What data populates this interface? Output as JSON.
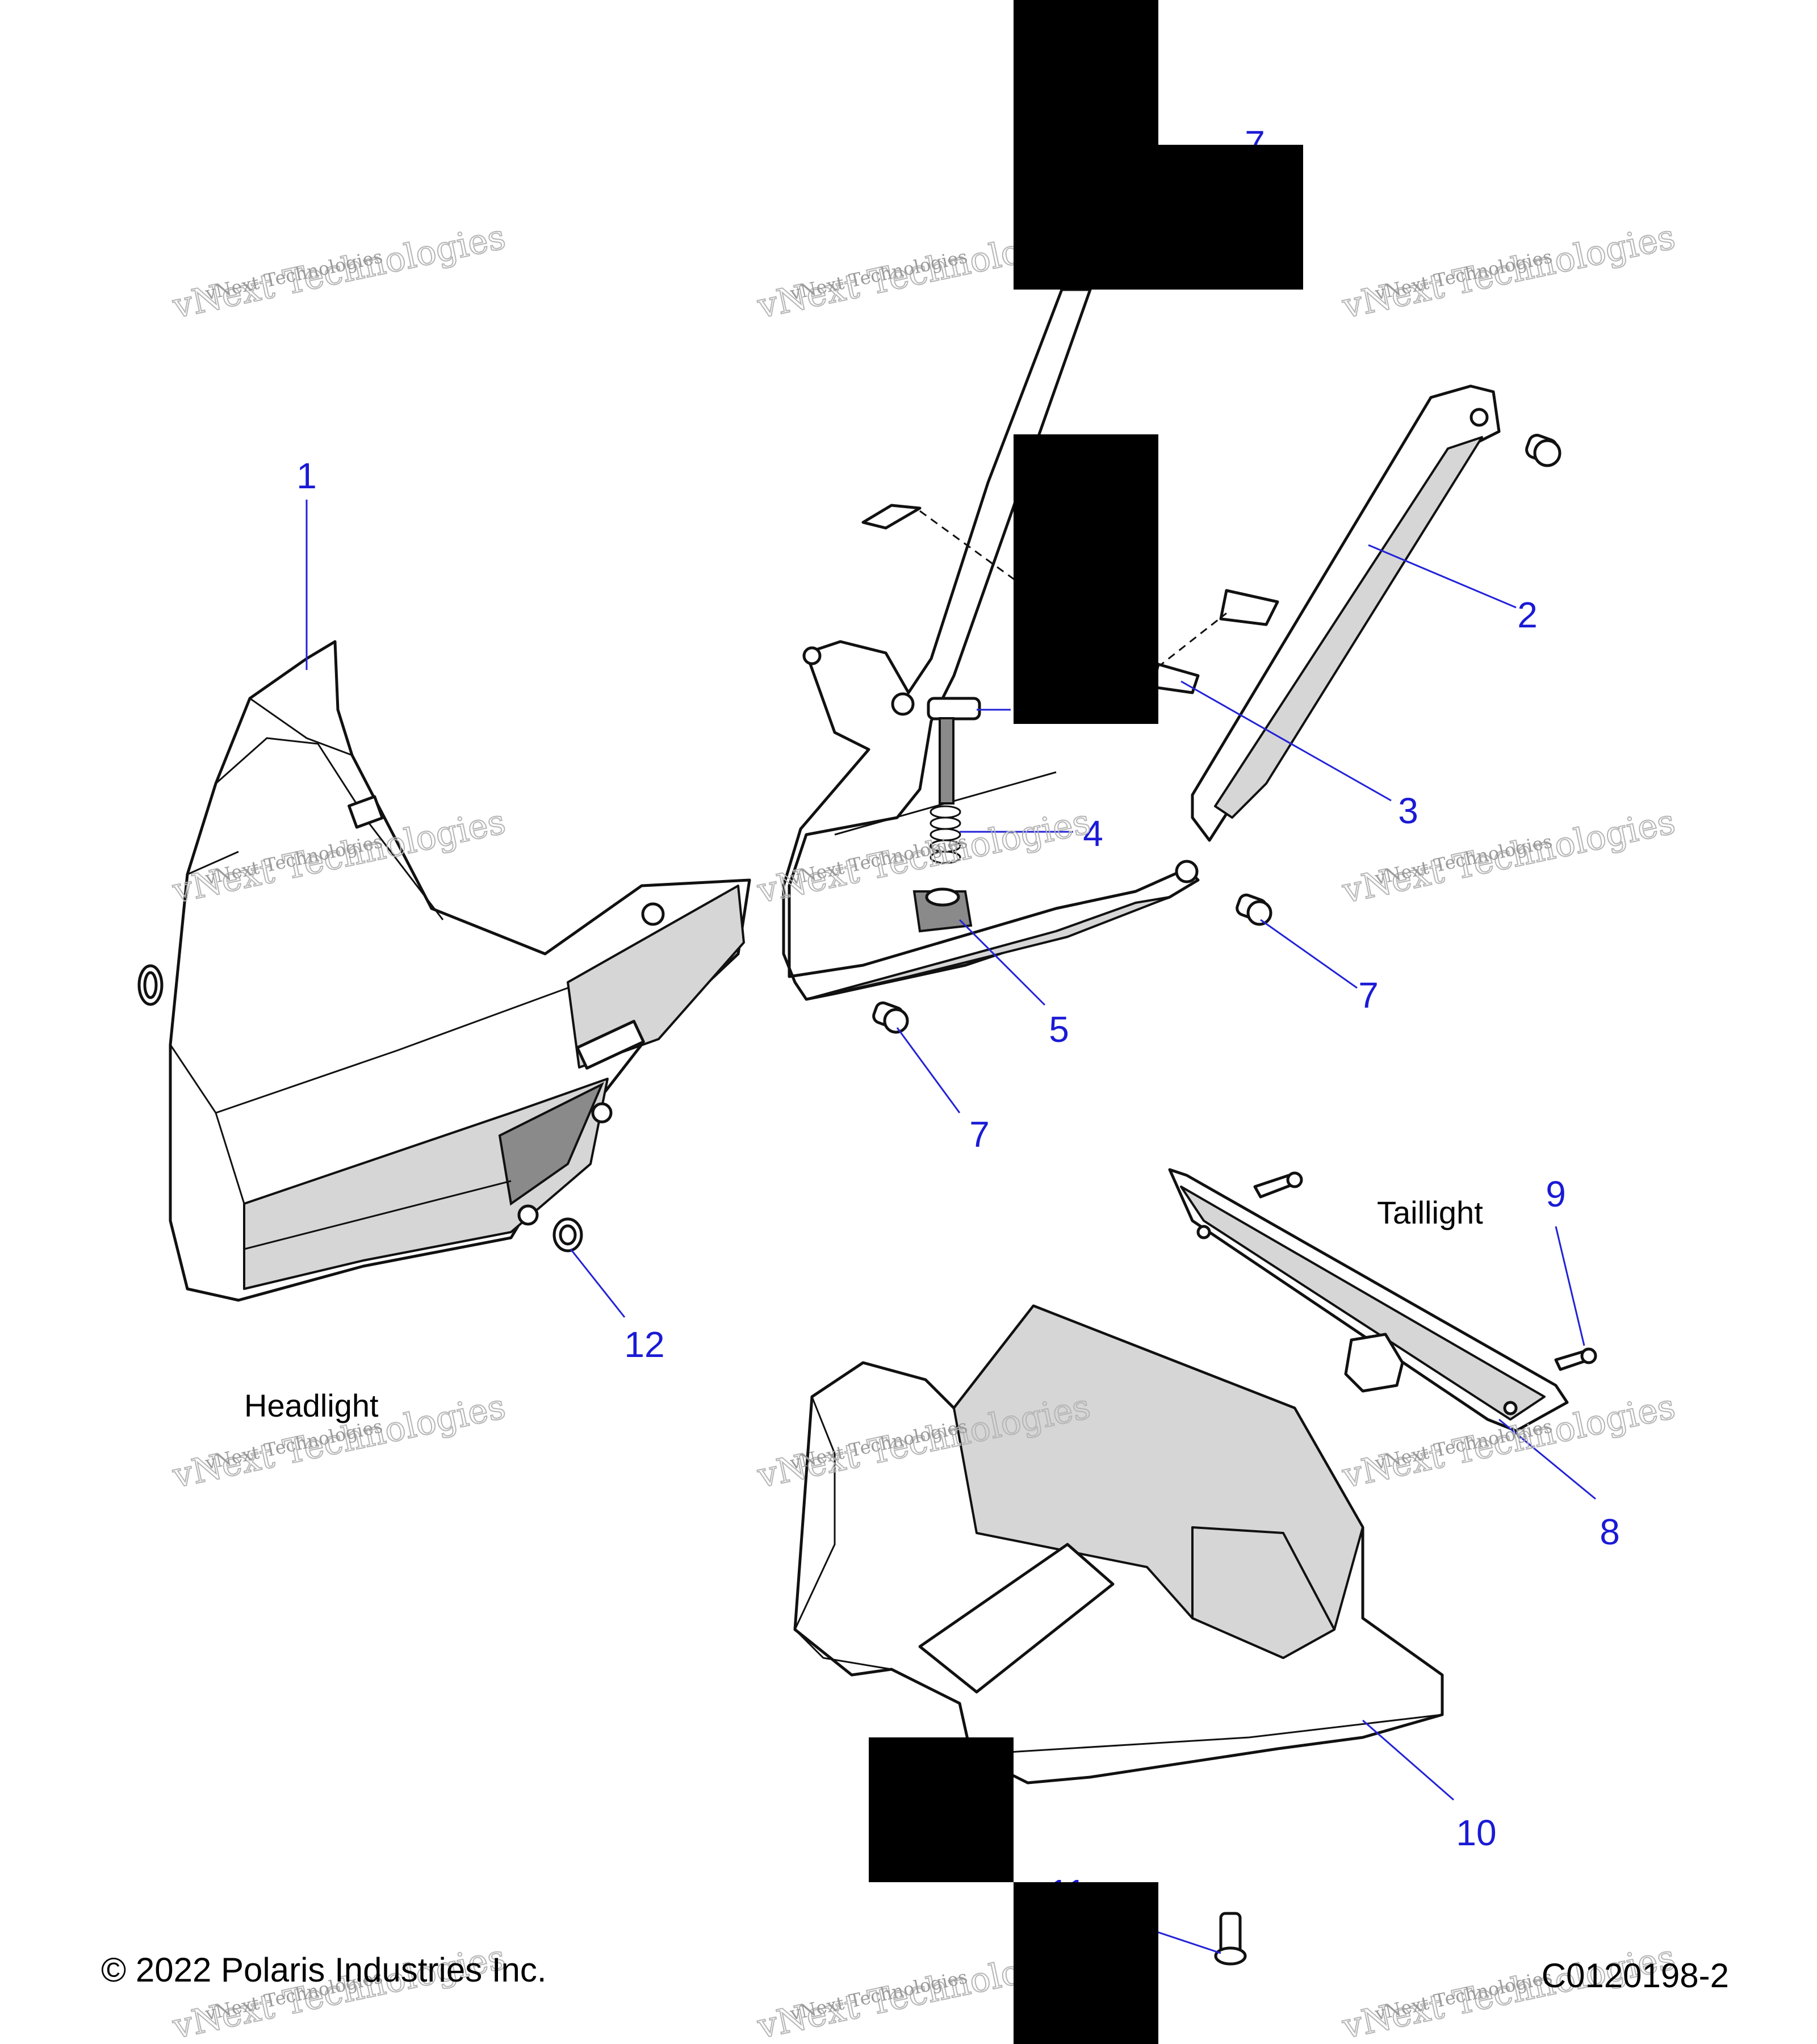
{
  "diagram": {
    "groups": [
      {
        "id": "headlight",
        "label": "Headlight"
      },
      {
        "id": "taillight",
        "label": "Taillight"
      }
    ],
    "callouts": [
      {
        "id": "c1",
        "text": "1"
      },
      {
        "id": "c2",
        "text": "2"
      },
      {
        "id": "c3",
        "text": "3"
      },
      {
        "id": "c4",
        "text": "4"
      },
      {
        "id": "c5",
        "text": "5"
      },
      {
        "id": "c7a",
        "text": "7"
      },
      {
        "id": "c7b",
        "text": "7"
      },
      {
        "id": "c7c",
        "text": "7"
      },
      {
        "id": "c8",
        "text": "8"
      },
      {
        "id": "c9",
        "text": "9"
      },
      {
        "id": "c10",
        "text": "10"
      },
      {
        "id": "c11",
        "text": "11"
      },
      {
        "id": "c12",
        "text": "12"
      }
    ]
  },
  "watermark": {
    "line_large": "vNext Technologies",
    "line_small": "vNext Technologies"
  },
  "footer": {
    "copyright": "© 2022 Polaris Industries Inc.",
    "code": "C0120198-2"
  },
  "colors": {
    "callout": "#1a1ad6",
    "redaction": "#000000"
  }
}
